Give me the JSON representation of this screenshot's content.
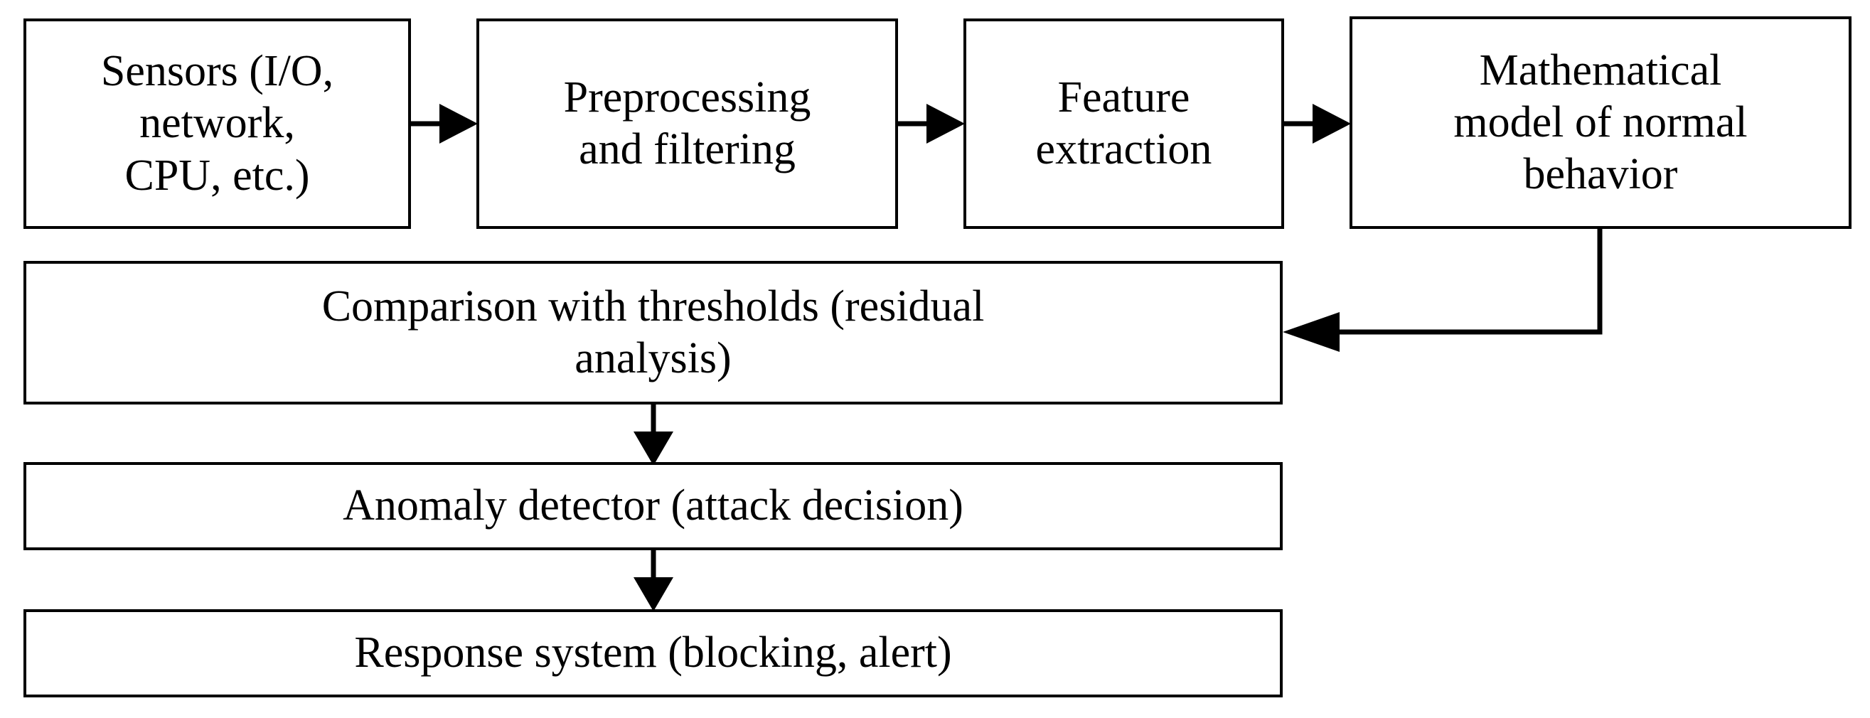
{
  "diagram": {
    "type": "flowchart",
    "orientation": "left-to-right then top-to-bottom",
    "background_color": "#ffffff",
    "stroke_color": "#000000",
    "text_color": "#000000",
    "nodes": [
      {
        "id": "sensors",
        "label": "Sensors (I/O,\nnetwork,\nCPU, etc.)",
        "shape": "rectangle",
        "row": 1
      },
      {
        "id": "preprocess",
        "label": "Preprocessing\nand filtering",
        "shape": "rectangle",
        "row": 1
      },
      {
        "id": "feature",
        "label": "Feature\nextraction",
        "shape": "rectangle",
        "row": 1
      },
      {
        "id": "model",
        "label": "Mathematical\nmodel of normal\nbehavior",
        "shape": "rectangle",
        "row": 1
      },
      {
        "id": "comparison",
        "label": "Comparison with thresholds (residual\nanalysis)",
        "shape": "rectangle",
        "row": 2
      },
      {
        "id": "anomaly",
        "label": "Anomaly detector (attack decision)",
        "shape": "rectangle",
        "row": 3
      },
      {
        "id": "response",
        "label": "Response system (blocking, alert)",
        "shape": "rectangle",
        "row": 4
      }
    ],
    "edges": [
      {
        "id": "e1",
        "from": "sensors",
        "to": "preprocess",
        "direction": "right",
        "arrow": "single"
      },
      {
        "id": "e2",
        "from": "preprocess",
        "to": "feature",
        "direction": "right",
        "arrow": "single"
      },
      {
        "id": "e3",
        "from": "feature",
        "to": "model",
        "direction": "right",
        "arrow": "single"
      },
      {
        "id": "e4",
        "from": "model",
        "to": "comparison",
        "direction": "down-then-left",
        "arrow": "single"
      },
      {
        "id": "e5",
        "from": "comparison",
        "to": "anomaly",
        "direction": "down",
        "arrow": "single"
      },
      {
        "id": "e6",
        "from": "anomaly",
        "to": "response",
        "direction": "down",
        "arrow": "single"
      }
    ]
  }
}
